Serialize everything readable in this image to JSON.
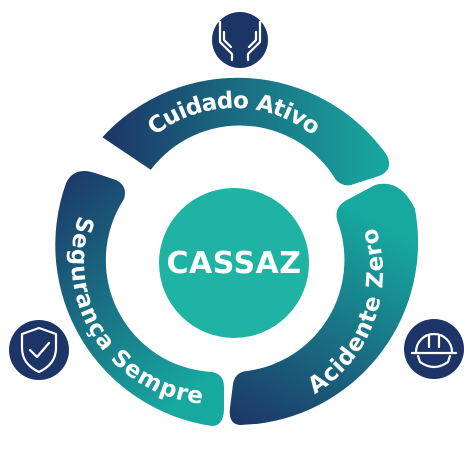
{
  "center": {
    "label": "CASSAZ"
  },
  "segments": [
    {
      "label": "Cuidado Ativo",
      "icon": "hands-care-icon"
    },
    {
      "label": "Acidente Zero",
      "icon": "safety-helmet-icon"
    },
    {
      "label": "Segurança Sempre",
      "icon": "shield-check-icon"
    }
  ],
  "colors": {
    "navy": "#1c3566",
    "teal": "#17a9a0",
    "center": "#1fb3a3",
    "white": "#ffffff"
  }
}
